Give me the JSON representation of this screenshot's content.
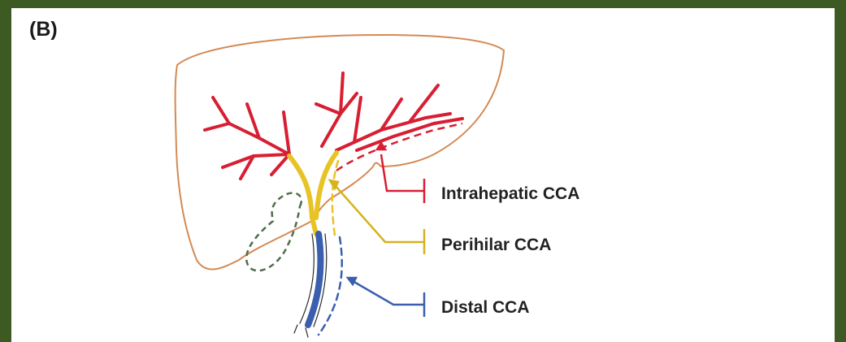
{
  "figure": {
    "panel_label": "(B)"
  },
  "labels": {
    "intrahepatic": "Intrahepatic CCA",
    "perihilar": "Perihilar CCA",
    "distal": "Distal CCA"
  },
  "colors": {
    "background": "#3d5a22",
    "liver_outline": "#d48a55",
    "intrahepatic_ducts": "#d81e32",
    "perihilar_ducts": "#e8c325",
    "distal_duct": "#3a5fae",
    "gallbladder": "#4f6e4a",
    "label_text": "#222222"
  }
}
